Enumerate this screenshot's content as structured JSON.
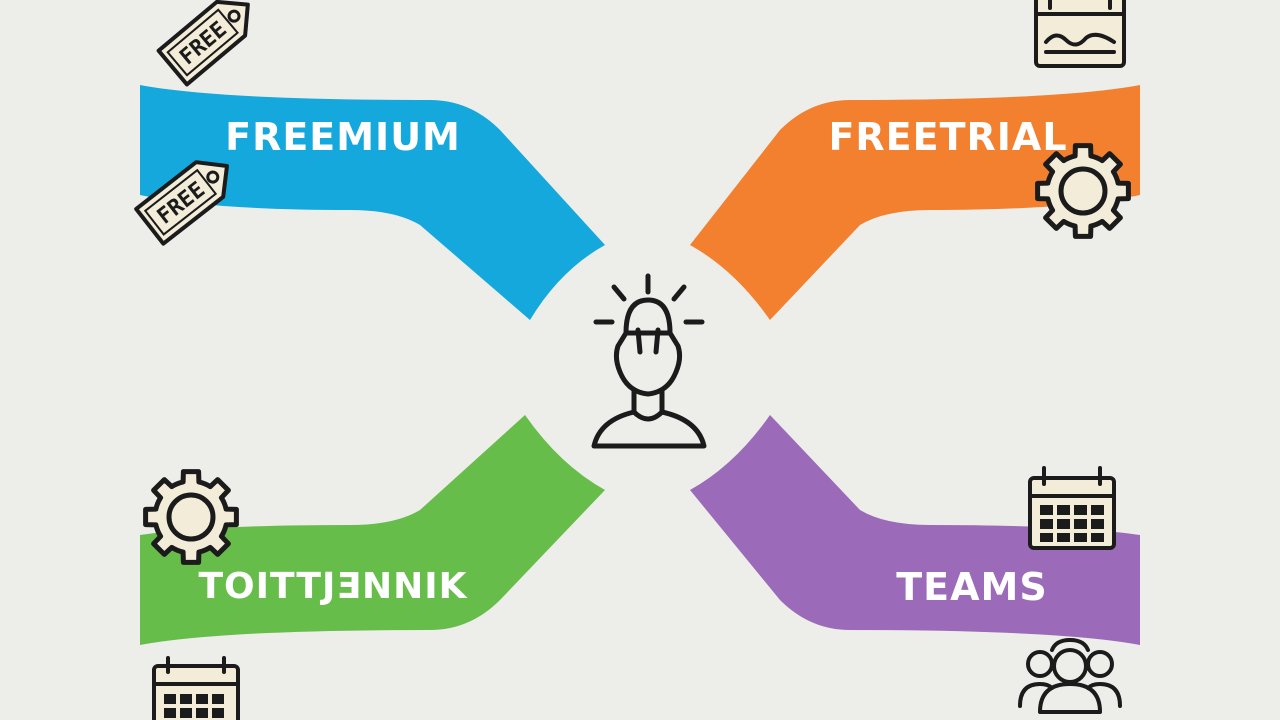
{
  "colors": {
    "background": "#ededea",
    "freemium": "#14a8dc",
    "free_trial": "#f2802f",
    "bottom_left": "#67bd4a",
    "teams": "#9b6ab8",
    "icon_stroke": "#1b1b1b",
    "icon_fill": "#f2ecd9"
  },
  "bands": [
    {
      "id": "freemium",
      "label": "FREEMIUM",
      "color": "#14a8dc"
    },
    {
      "id": "free-trial",
      "label": "FREETRIAL",
      "color": "#f2802f"
    },
    {
      "id": "bottom-left",
      "label": "TOITTJƎNNIK",
      "color": "#67bd4a"
    },
    {
      "id": "teams",
      "label": "TEAMS",
      "color": "#9b6ab8"
    }
  ],
  "tags": [
    {
      "text": "FREE"
    },
    {
      "text": "FREE"
    }
  ],
  "icons": {
    "center": "person-lightbulb-icon",
    "top_left": "free-price-tag-icon",
    "freemium_band": "free-price-tag-icon",
    "top_right": "chart-calendar-icon",
    "free_trial_band": "gear-icon",
    "bottom_left_top": "gear-icon",
    "bottom_left_bottom": "calendar-icon",
    "teams_top": "calendar-icon",
    "teams_bottom": "team-users-icon"
  }
}
